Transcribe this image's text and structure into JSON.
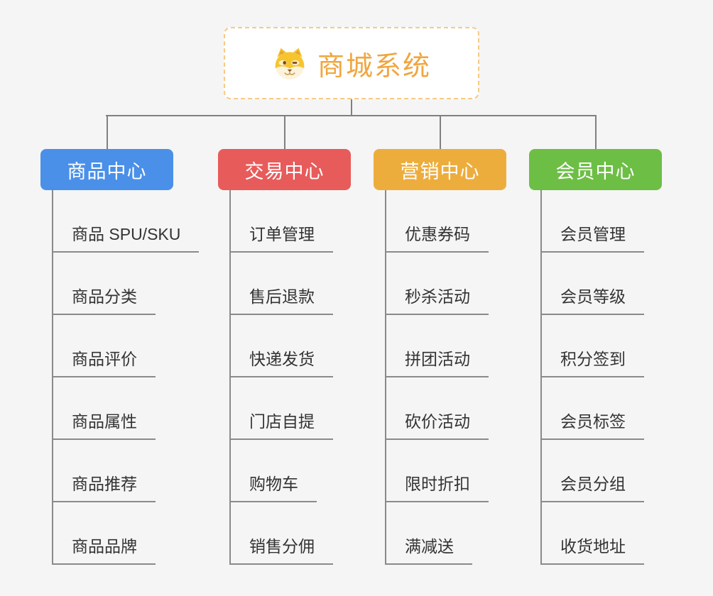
{
  "background_color": "#f5f5f5",
  "connector_color": "#808080",
  "root": {
    "title": "商城系统",
    "icon": "shiba-dog-icon",
    "text_color": "#f0a63f",
    "border_color": "#f6ca88"
  },
  "branches": [
    {
      "label": "商品中心",
      "color": "#4a90e8",
      "children": [
        "商品 SPU/SKU",
        "商品分类",
        "商品评价",
        "商品属性",
        "商品推荐",
        "商品品牌"
      ]
    },
    {
      "label": "交易中心",
      "color": "#e85b5b",
      "children": [
        "订单管理",
        "售后退款",
        "快递发货",
        "门店自提",
        "购物车",
        "销售分佣"
      ]
    },
    {
      "label": "营销中心",
      "color": "#edad3d",
      "children": [
        "优惠券码",
        "秒杀活动",
        "拼团活动",
        "砍价活动",
        "限时折扣",
        "满减送"
      ]
    },
    {
      "label": "会员中心",
      "color": "#6dbe45",
      "children": [
        "会员管理",
        "会员等级",
        "积分签到",
        "会员标签",
        "会员分组",
        "收货地址"
      ]
    }
  ]
}
